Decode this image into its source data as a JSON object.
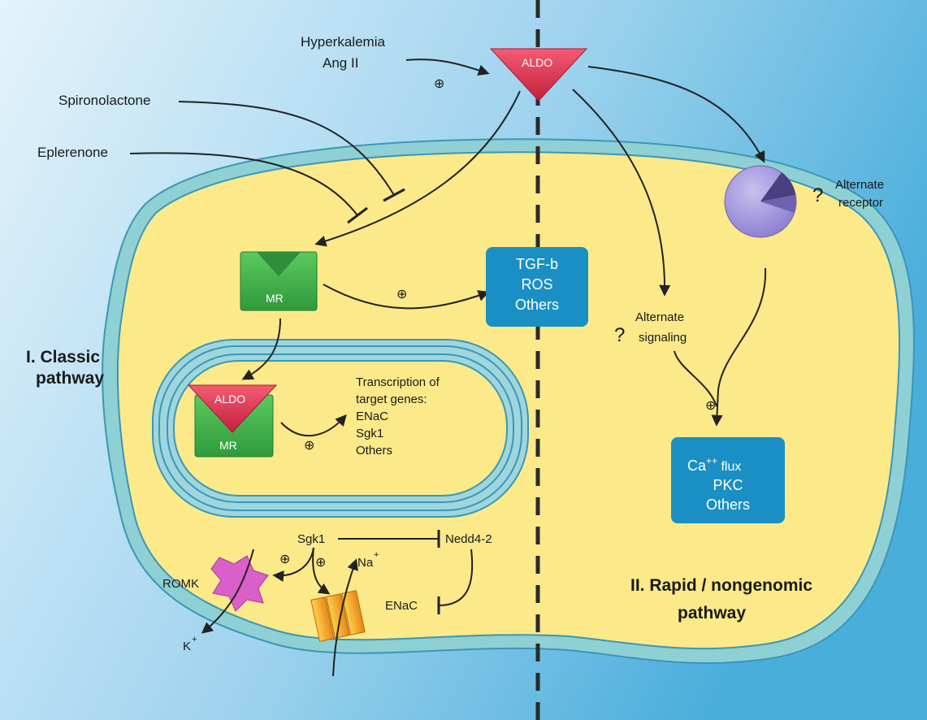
{
  "inputs": {
    "hyperkalemia": "Hyperkalemia",
    "ang_ii": "Ang II",
    "spironolactone": "Spironolactone",
    "eplerenone": "Eplerenone"
  },
  "aldo": {
    "top_label": "ALDO",
    "nuclear_label": "ALDO"
  },
  "mr": {
    "cytoplasmic_label": "MR",
    "nuclear_label": "MR"
  },
  "plus_sign": "⊕",
  "question_mark": "?",
  "classic_pathway": {
    "title_line1": "I. Classic",
    "title_line2": "pathway",
    "tgf_box": [
      "TGF-b",
      "ROS",
      "Others"
    ],
    "transcription": [
      "Transcription of",
      "target genes:",
      "ENaC",
      "Sgk1",
      "Others"
    ],
    "sgk1": "Sgk1",
    "nedd4_2": "Nedd4-2",
    "romk": "ROMK",
    "k_ion": "K",
    "k_charge": "+",
    "na_ion": "Na",
    "na_charge": "+",
    "enac": "ENaC"
  },
  "rapid_pathway": {
    "title_line1": "II. Rapid / nongenomic",
    "title_line2": "pathway",
    "alternate_receptor": [
      "Alternate",
      "receptor"
    ],
    "alternate_signaling": [
      "Alternate",
      "signaling"
    ],
    "ca_box": {
      "ca": "Ca",
      "ca_charge": "++",
      "flux": " flux",
      "pkc": "PKC",
      "others": "Others"
    }
  },
  "colors": {
    "background_left": "#d6ecf8",
    "background_right": "#5bb4de",
    "cell": "#fbe98a",
    "membrane": "#9ed6da",
    "box_blue": "#1a8fc4",
    "aldo_red": "#e33b55",
    "mr_green": "#3fae49",
    "romk_pink": "#d960c8",
    "enac_orange": "#f0a020",
    "receptor_purple": "#9a8fd6"
  }
}
